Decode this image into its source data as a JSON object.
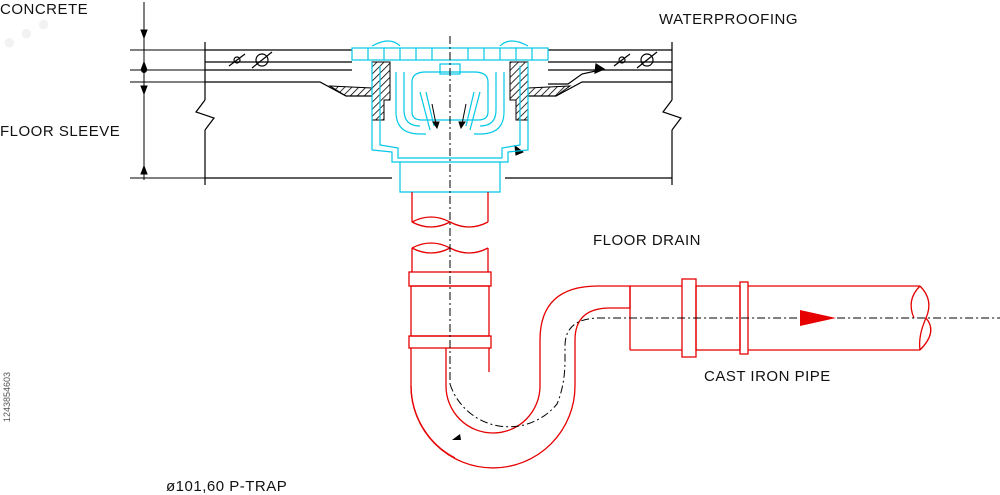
{
  "labels": {
    "concrete": "CONCRETE",
    "waterproofing": "WATERPROOFING",
    "floor_sleeve": "FLOOR SLEEVE",
    "floor_drain": "FLOOR DRAIN",
    "cast_iron_pipe": "CAST IRON PIPE",
    "p_trap": "ø101,60 P-TRAP"
  },
  "stock_id": "1243854603",
  "colors": {
    "outline": "#000000",
    "drain": "#00c8e6",
    "pipe": "#e60000",
    "hatch": "#000000"
  }
}
